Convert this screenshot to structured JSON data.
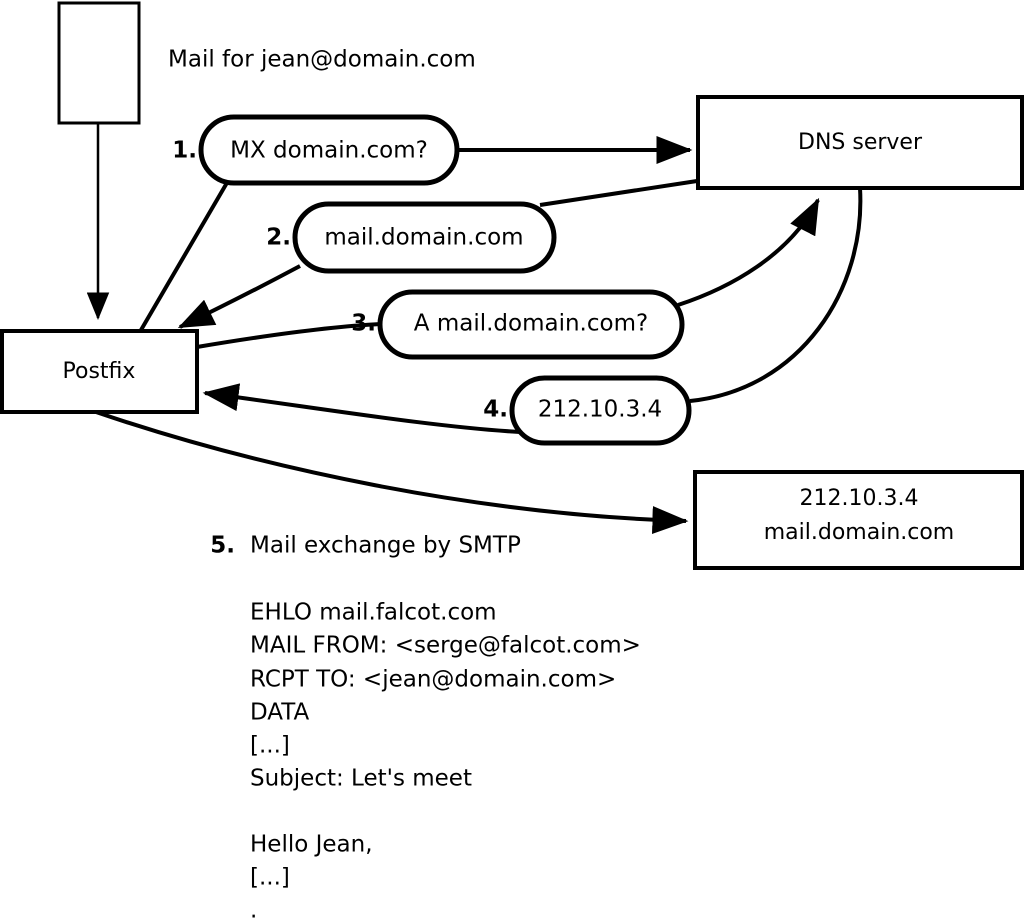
{
  "diagram": {
    "title_note": "Mail for jean@domain.com",
    "nodes": {
      "sender_box": {
        "label": ""
      },
      "postfix": {
        "label": "Postfix"
      },
      "dns_server": {
        "label": "DNS server"
      },
      "remote_mail_server": {
        "line1": "212.10.3.4",
        "line2": "mail.domain.com"
      }
    },
    "steps": [
      {
        "number": "1.",
        "balloon": "MX domain.com?"
      },
      {
        "number": "2.",
        "balloon": "mail.domain.com"
      },
      {
        "number": "3.",
        "balloon": "A mail.domain.com?"
      },
      {
        "number": "4.",
        "balloon": "212.10.3.4"
      },
      {
        "number": "5.",
        "caption": "Mail exchange by SMTP"
      }
    ],
    "smtp_transcript": [
      "EHLO mail.falcot.com",
      "MAIL FROM: <serge@falcot.com>",
      "RCPT TO: <jean@domain.com>",
      "DATA",
      "[...]",
      "Subject: Let's meet",
      "",
      "Hello Jean,",
      "[...]",
      "."
    ],
    "colors": {
      "stroke": "#000000",
      "fill": "#ffffff",
      "text": "#000000"
    }
  }
}
